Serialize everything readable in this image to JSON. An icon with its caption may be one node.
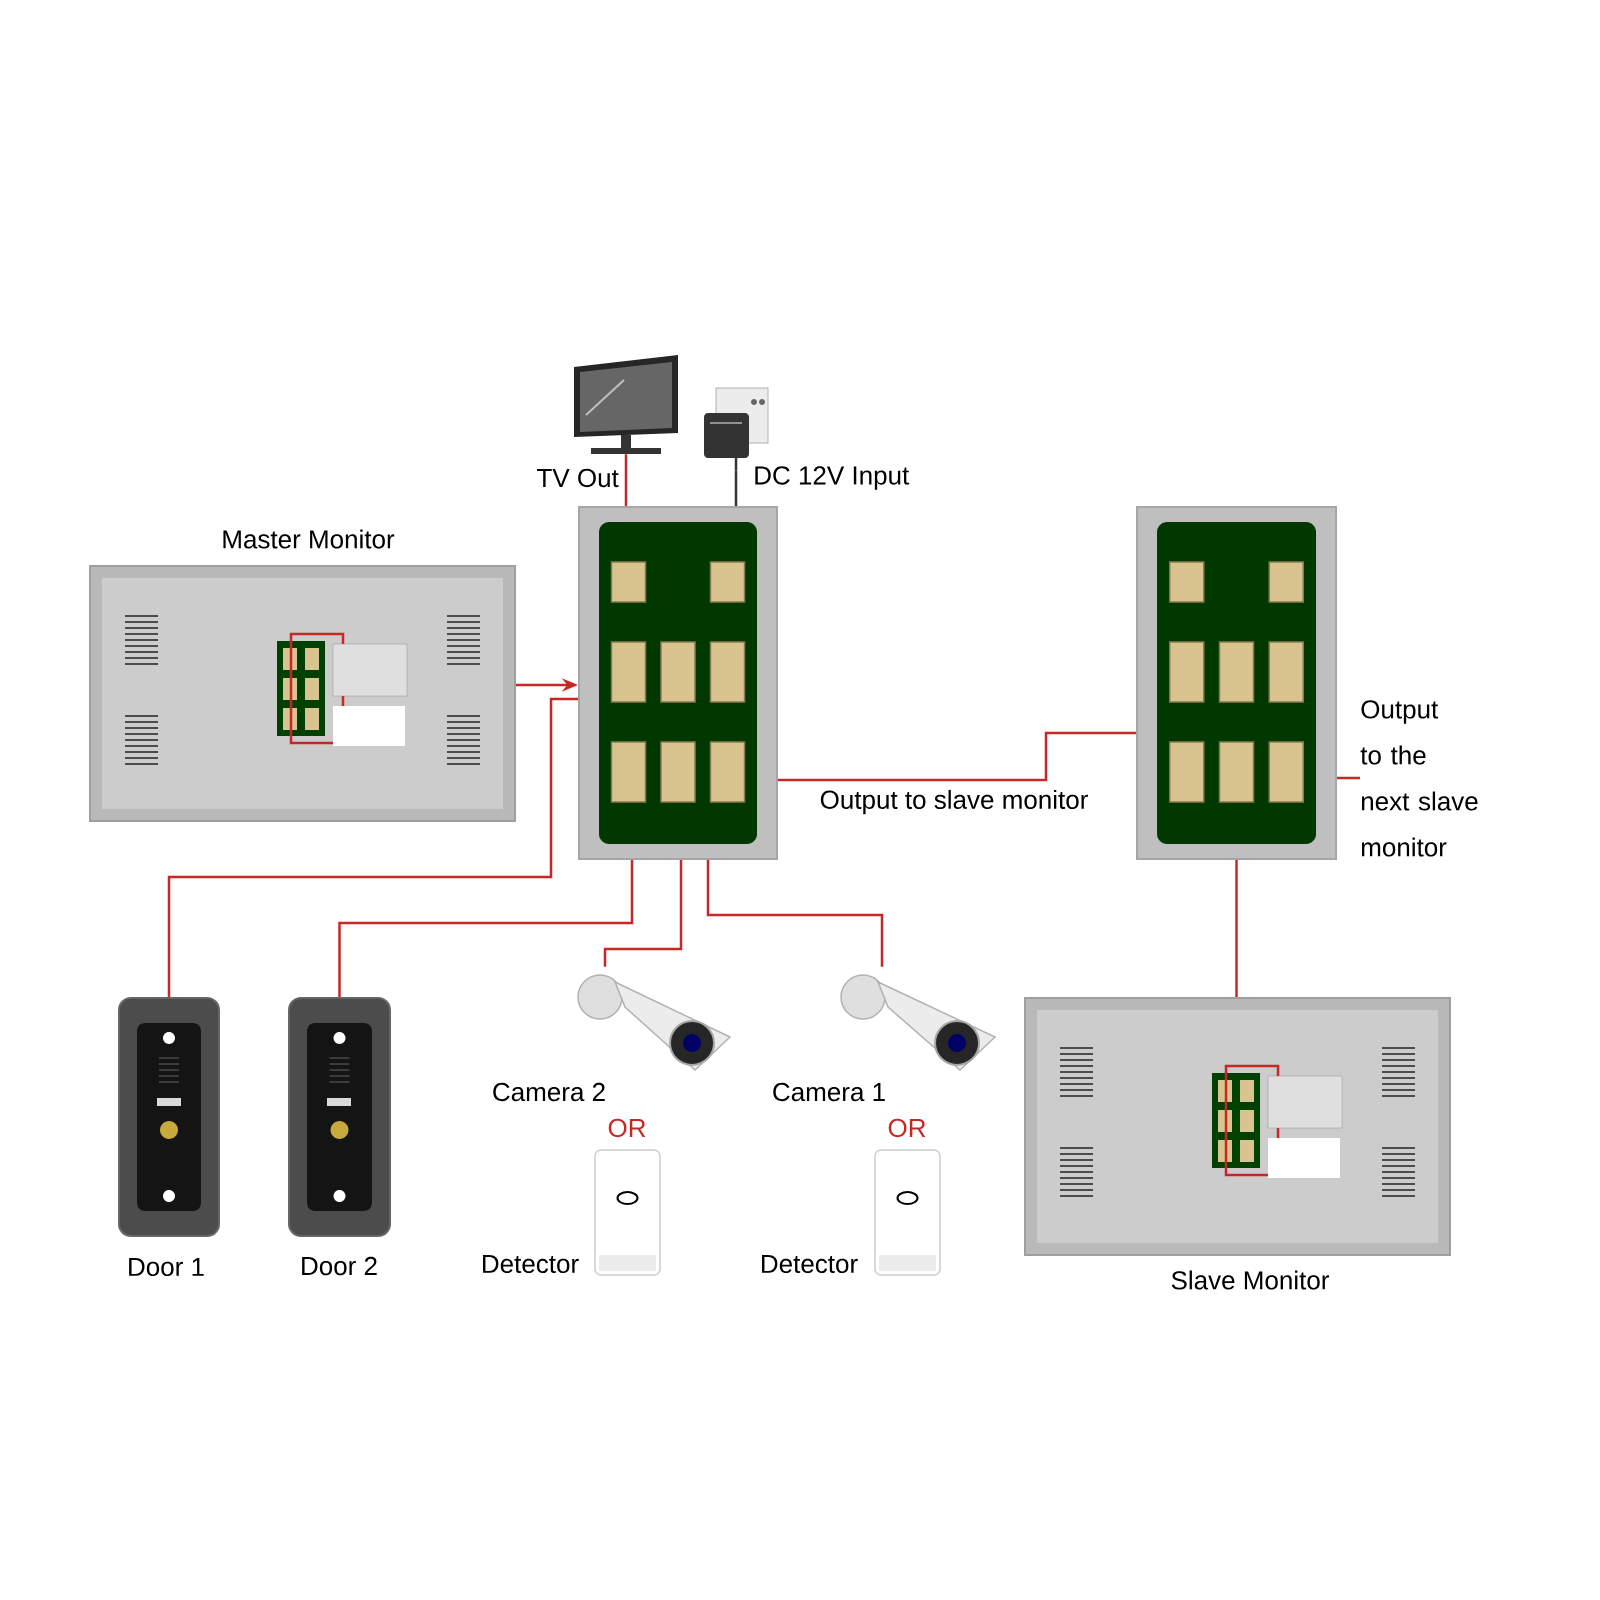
{
  "diagram": {
    "nodes": [
      {
        "text": [],
        "shape": "picture",
        "beside": [
          "Master Monitor"
        ]
      },
      {
        "text": [],
        "shape": "picture"
      },
      {
        "text": [],
        "shape": "picture",
        "beside": [
          "TV Out"
        ]
      },
      {
        "text": [],
        "shape": "picture",
        "beside": [
          "DC 12V Input"
        ]
      },
      {
        "text": [],
        "shape": "picture"
      },
      {
        "text": [],
        "shape": "picture",
        "beside": [
          "Slave Monitor"
        ]
      },
      {
        "text": [],
        "shape": "picture",
        "beside": [
          "Door 1"
        ]
      },
      {
        "text": [],
        "shape": "picture",
        "beside": [
          "Door 2"
        ]
      },
      {
        "text": [],
        "shape": "picture",
        "beside": [
          "Camera 2"
        ]
      },
      {
        "text": [],
        "shape": "picture",
        "beside": [
          "Detector"
        ]
      },
      {
        "text": [],
        "shape": "picture",
        "beside": [
          "Camera 1"
        ]
      },
      {
        "text": [],
        "shape": "picture",
        "beside": [
          "Detector"
        ]
      },
      {
        "text": [
          "Output to the next slave monitor"
        ]
      }
    ],
    "edges": [
      {
        "from": 0,
        "to": 1,
        "arrow": "to"
      },
      {
        "from": 1,
        "to": 2,
        "arrow": "none"
      },
      {
        "from": 1,
        "to": 3,
        "arrow": "none",
        "color": "#333333"
      },
      {
        "from": 1,
        "to": 4,
        "arrow": "none",
        "label": "Output to slave monitor"
      },
      {
        "from": 4,
        "to": 12,
        "arrow": "none"
      },
      {
        "from": 4,
        "to": 5,
        "arrow": "none"
      },
      {
        "from": 1,
        "to": 6,
        "arrow": "none"
      },
      {
        "from": 1,
        "to": 7,
        "arrow": "none"
      },
      {
        "from": 1,
        "to": 8,
        "arrow": "none"
      },
      {
        "from": 1,
        "to": 10,
        "arrow": "none"
      }
    ],
    "labels": [
      "OR",
      "OR"
    ]
  }
}
